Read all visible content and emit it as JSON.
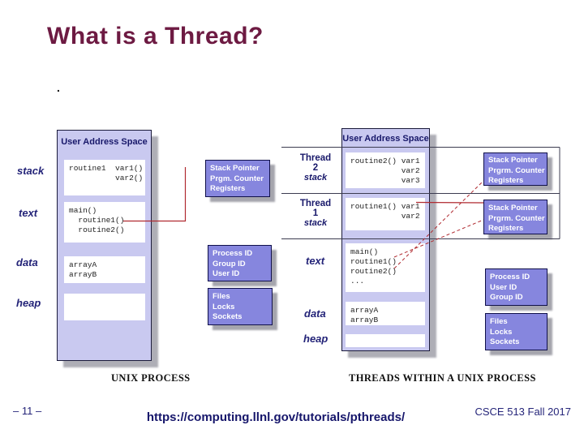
{
  "slide": {
    "title": "What is a Thread?",
    "bullet": ".",
    "footer": {
      "page": "– 11 –",
      "url": "https://computing.llnl.gov/tutorials/pthreads/",
      "course": "CSCE 513 Fall 2017"
    }
  },
  "colors": {
    "title_maroon": "#6d1a42",
    "navy_text": "#18186a",
    "lavender_box": "#c9c9f0",
    "purple_box": "#8686de",
    "red_line": "#b02a30",
    "divider_line": "#3c3c50"
  },
  "unix_process": {
    "caption": "UNIX PROCESS",
    "header": "User Address Space",
    "labels": [
      "stack",
      "text",
      "data",
      "heap"
    ],
    "stack_box": "routine1  var1()\n          var2()",
    "text_box": "main()\n  routine1()\n  routine2()",
    "data_box": "arrayA\narrayB",
    "heap_box": ""
  },
  "unix_sidebar": {
    "registers_box": "Stack Pointer\nPrgm. Counter\nRegisters",
    "ids_box": "Process ID\nGroup ID\nUser ID",
    "files_box": "Files\nLocks\nSockets"
  },
  "threads_process": {
    "caption": "THREADS WITHIN A UNIX PROCESS",
    "header": "User Address Space",
    "thread2_label": "Thread 2",
    "thread1_label": "Thread 1",
    "stack_label": "stack",
    "labels": [
      "text",
      "data",
      "heap"
    ],
    "thread2_stack_box": "routine2() var1\n           var2\n           var3",
    "thread1_stack_box": "routine1() var1\n           var2",
    "text_box": "main()\nroutine1()\nroutine2()\n...",
    "data_box": "arrayA\narrayB",
    "heap_box": ""
  },
  "threads_sidebar": {
    "thread2_registers_box": "Stack Pointer\nPrgrm. Counter\nRegisters",
    "thread1_registers_box": "Stack Pointer\nPrgrm. Counter\nRegisters",
    "ids_box": "Process ID\nUser ID\nGroup ID",
    "files_box": "Files\nLocks\nSockets"
  }
}
